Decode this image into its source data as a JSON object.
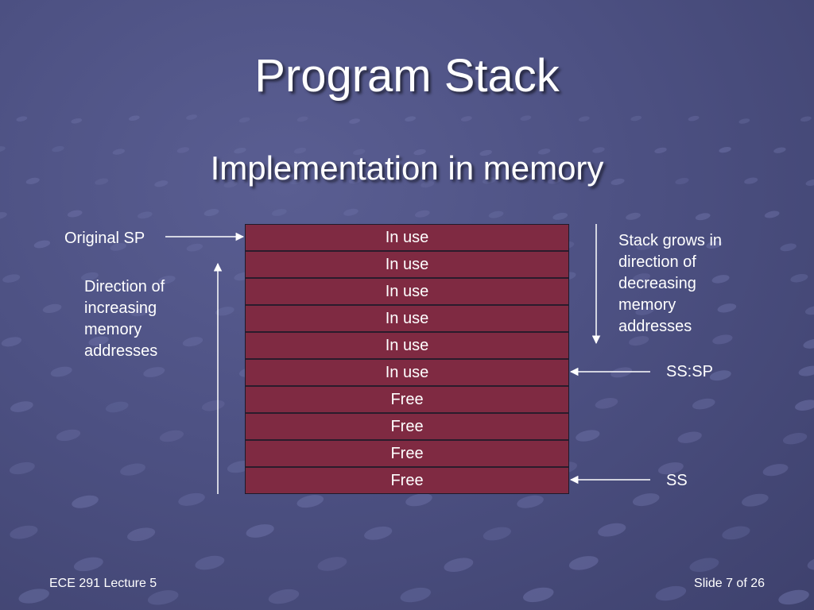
{
  "slide": {
    "title": "Program Stack",
    "subtitle": "Implementation in memory"
  },
  "stack": {
    "cells": [
      {
        "label": "In use"
      },
      {
        "label": "In use"
      },
      {
        "label": "In use"
      },
      {
        "label": "In use"
      },
      {
        "label": "In use"
      },
      {
        "label": "In use"
      },
      {
        "label": "Free"
      },
      {
        "label": "Free"
      },
      {
        "label": "Free"
      },
      {
        "label": "Free"
      }
    ]
  },
  "labels": {
    "original_sp": "Original SP",
    "increasing_line1": "Direction of",
    "increasing_line2": "increasing",
    "increasing_line3": "memory",
    "increasing_line4": "addresses",
    "grows_line1": "Stack grows in",
    "grows_line2": "direction of",
    "grows_line3": "decreasing",
    "grows_line4": "memory",
    "grows_line5": "addresses",
    "ss_sp": "SS:SP",
    "ss": "SS"
  },
  "footer": {
    "left": "ECE 291 Lecture 5",
    "right": "Slide 7 of 26"
  },
  "colors": {
    "cell_fill": "#7f2a42",
    "background": "#4d5183"
  }
}
